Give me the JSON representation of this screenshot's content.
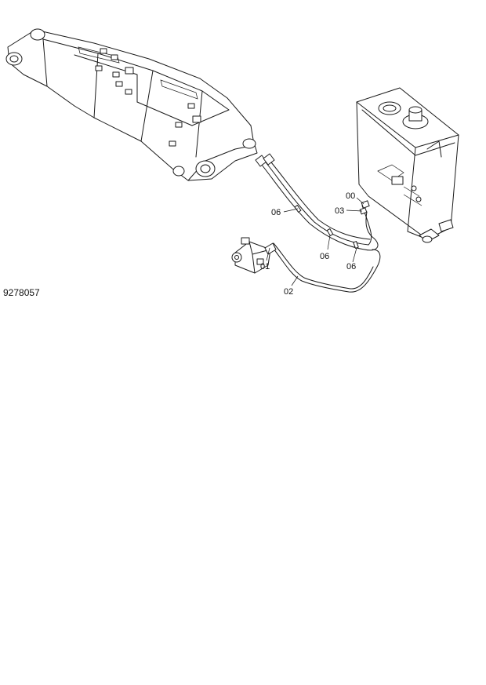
{
  "drawing_number": "9278057",
  "callouts": {
    "c00": "00",
    "c01": "01",
    "c02": "02",
    "c03": "03",
    "c06a": "06",
    "c06b": "06",
    "c06c": "06"
  },
  "colors": {
    "line": "#1a1a1a",
    "background": "#ffffff"
  }
}
